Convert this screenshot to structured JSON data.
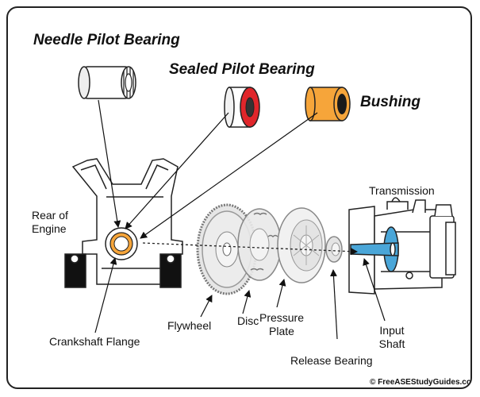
{
  "titles": {
    "needle": "Needle Pilot Bearing",
    "sealed": "Sealed Pilot Bearing",
    "bushing": "Bushing"
  },
  "labels": {
    "transmission": "Transmission",
    "rear_of_engine_1": "Rear of",
    "rear_of_engine_2": "Engine",
    "crankshaft_flange": "Crankshaft Flange",
    "flywheel": "Flywheel",
    "disc": "Disc",
    "pressure_plate_1": "Pressure",
    "pressure_plate_2": "Plate",
    "release_bearing": "Release Bearing",
    "input_shaft_1": "Input",
    "input_shaft_2": "Shaft"
  },
  "copyright": "© FreeASEStudyGuides.com",
  "colors": {
    "bushing": "#f6a53a",
    "seal": "#e0262b",
    "shaft": "#4aa6d8",
    "outline": "#222222"
  }
}
